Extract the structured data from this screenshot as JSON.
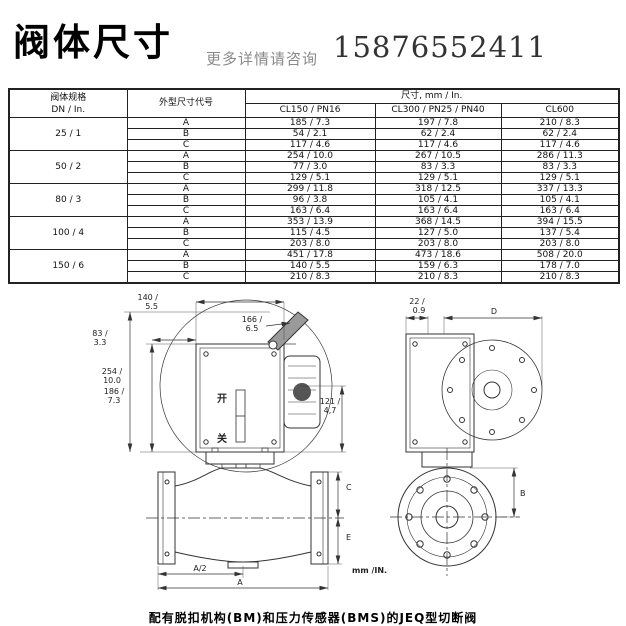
{
  "header": {
    "title": "阀体尺寸",
    "contact_label": "更多详情请咨询",
    "phone": "15876552411"
  },
  "table": {
    "spec_header_line1": "阀体规格",
    "spec_header_line2": "DN / In.",
    "code_header": "外型尺寸代号",
    "size_header": "尺寸, mm / In.",
    "class_headers": [
      "CL150 / PN16",
      "CL300 / PN25 / PN40",
      "CL600"
    ],
    "groups": [
      {
        "dn": "25 / 1",
        "rows": [
          [
            "A",
            "185 / 7.3",
            "197 / 7.8",
            "210 / 8.3"
          ],
          [
            "B",
            "54 / 2.1",
            "62 / 2.4",
            "62 / 2.4"
          ],
          [
            "C",
            "117 / 4.6",
            "117 / 4.6",
            "117 / 4.6"
          ]
        ]
      },
      {
        "dn": "50 / 2",
        "rows": [
          [
            "A",
            "254 / 10.0",
            "267 / 10.5",
            "286 / 11.3"
          ],
          [
            "B",
            "77 / 3.0",
            "83 / 3.3",
            "83 / 3.3"
          ],
          [
            "C",
            "129 / 5.1",
            "129 / 5.1",
            "129 / 5.1"
          ]
        ]
      },
      {
        "dn": "80 / 3",
        "rows": [
          [
            "A",
            "299 / 11.8",
            "318 / 12.5",
            "337 / 13.3"
          ],
          [
            "B",
            "96 / 3.8",
            "105 / 4.1",
            "105 / 4.1"
          ],
          [
            "C",
            "163 / 6.4",
            "163 / 6.4",
            "163 / 6.4"
          ]
        ]
      },
      {
        "dn": "100 / 4",
        "rows": [
          [
            "A",
            "353 / 13.9",
            "368 / 14.5",
            "394 / 15.5"
          ],
          [
            "B",
            "115 / 4.5",
            "127 / 5.0",
            "137 / 5.4"
          ],
          [
            "C",
            "203 / 8.0",
            "203 / 8.0",
            "203 / 8.0"
          ]
        ]
      },
      {
        "dn": "150 / 6",
        "rows": [
          [
            "A",
            "451 / 17.8",
            "473 / 18.6",
            "508 / 20.0"
          ],
          [
            "B",
            "140 / 5.5",
            "159 / 6.3",
            "178 / 7.0"
          ],
          [
            "C",
            "210 / 8.3",
            "210 / 8.3",
            "210 / 8.3"
          ]
        ]
      }
    ]
  },
  "drawing": {
    "front": {
      "w140": [
        "140 /",
        "5.5"
      ],
      "d166": [
        "166 /",
        "6.5"
      ],
      "d83": [
        "83 /",
        "3.3"
      ],
      "h254": [
        "254 /",
        "10.0"
      ],
      "h186": [
        "186 /",
        "7.3"
      ],
      "h121": [
        "121 /",
        "4,7"
      ],
      "open": "开",
      "close": "关",
      "a_half": "A/2",
      "a": "A",
      "c": "C",
      "e": "E"
    },
    "side": {
      "w22": [
        "22 /",
        "0.9"
      ],
      "d": "D",
      "b": "B"
    },
    "units": "mm /IN."
  },
  "caption": "配有脱扣机构(BM)和压力传感器(BMS)的JEQ型切断阀"
}
